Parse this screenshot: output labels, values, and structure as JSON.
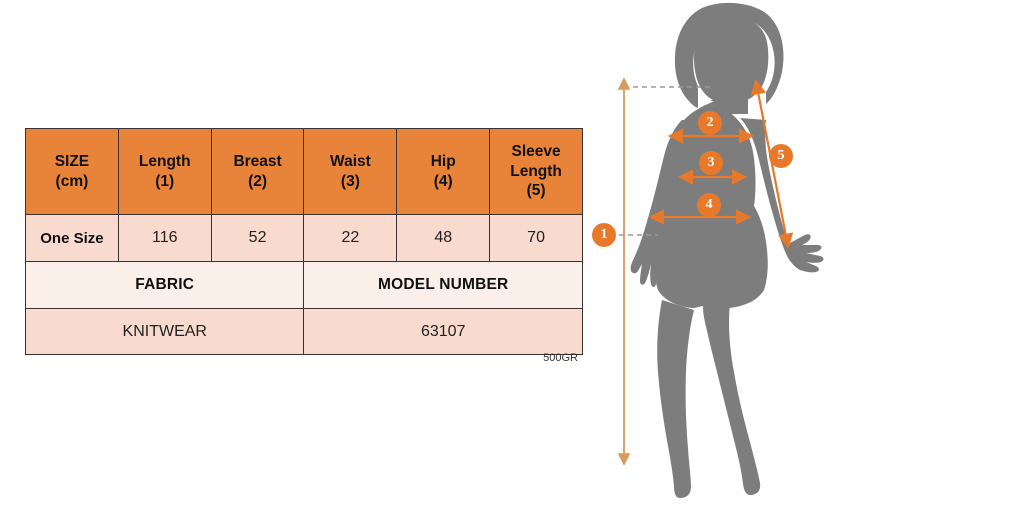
{
  "size_table": {
    "columns": [
      {
        "label_lines": [
          "SIZE",
          "(cm)"
        ]
      },
      {
        "label_lines": [
          "Length",
          "(1)"
        ]
      },
      {
        "label_lines": [
          "Breast",
          "(2)"
        ]
      },
      {
        "label_lines": [
          "Waist",
          "(3)"
        ]
      },
      {
        "label_lines": [
          "Hip",
          "(4)"
        ]
      },
      {
        "label_lines": [
          "Sleeve",
          "Length",
          "(5)"
        ]
      }
    ],
    "rows": [
      {
        "size": "One Size",
        "length": "116",
        "breast": "52",
        "waist": "22",
        "hip": "48",
        "sleeve_length": "70"
      }
    ],
    "fabric_header": "FABRIC",
    "model_number_header": "MODEL NUMBER",
    "fabric_value": "KNITWEAR",
    "model_number_value": "63107",
    "weight_note": "500GR",
    "colors": {
      "header_bg": "#E8833A",
      "data_bg": "#F8DACE",
      "section_bg": "#FBEFEA",
      "border": "#3A3232"
    }
  },
  "figure": {
    "silhouette_color": "#7D7D7D",
    "arrow_color": "#E8792A",
    "height_arrow_color": "#D99A5B",
    "guide_color": "#9A9A9A",
    "markers": [
      {
        "number": "1",
        "measures": "Length"
      },
      {
        "number": "2",
        "measures": "Breast"
      },
      {
        "number": "3",
        "measures": "Waist"
      },
      {
        "number": "4",
        "measures": "Hip"
      },
      {
        "number": "5",
        "measures": "Sleeve Length"
      }
    ]
  }
}
